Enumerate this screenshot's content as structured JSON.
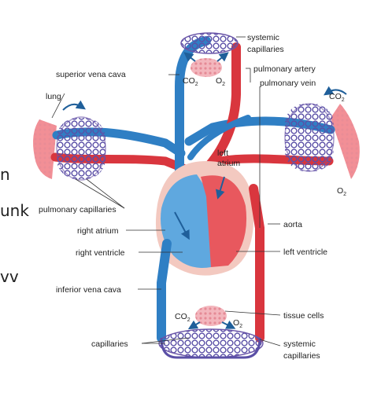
{
  "side_fragments": [
    "n",
    "unk",
    "vv"
  ],
  "labels": {
    "systemic_capillaries_top": [
      "systemic",
      "capillaries"
    ],
    "superior_vena_cava": "superior vena cava",
    "pulmonary_artery": "pulmonary artery",
    "pulmonary_vein": "pulmonary vein",
    "lung": "lung",
    "left_atrium": [
      "left",
      "atrium"
    ],
    "pulmonary_capillaries": "pulmonary capillaries",
    "right_atrium": "right atrium",
    "aorta": "aorta",
    "right_ventricle": "right ventricle",
    "left_ventricle": "left ventricle",
    "inferior_vena_cava": "inferior vena cava",
    "tissue_cells": "tissue cells",
    "capillaries": "capillaries",
    "systemic_capillaries_bottom": [
      "systemic",
      "capillaries"
    ]
  },
  "chem": {
    "co2": "CO",
    "o2": "O",
    "sub2": "2"
  },
  "colors": {
    "deoxygenated": "#2f7fc4",
    "oxygenated": "#d9363e",
    "capillary": "#6a55a8",
    "heart_pink": "#f3c9c0",
    "lung_pink": "#f28f96"
  }
}
